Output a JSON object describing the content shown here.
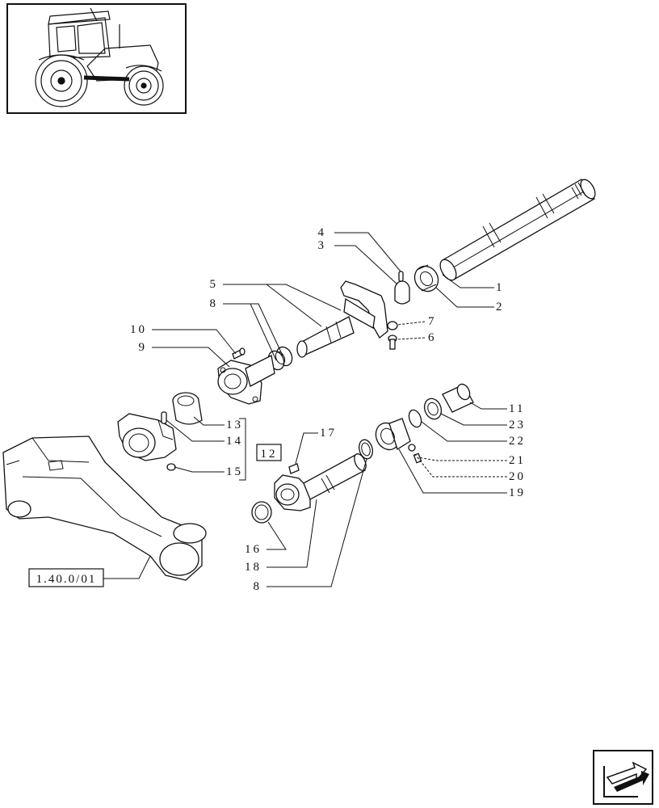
{
  "callouts": {
    "c1": "1",
    "c2": "2",
    "c3": "3",
    "c4": "4",
    "c5": "5",
    "c6": "6",
    "c7": "7",
    "c8a": "8",
    "c8b": "8",
    "c9": "9",
    "c10": "10",
    "c11": "11",
    "c12": "12",
    "c13": "13",
    "c14": "14",
    "c15": "15",
    "c16": "16",
    "c17": "17",
    "c18": "18",
    "c19": "19",
    "c20": "20",
    "c21": "21",
    "c22": "22",
    "c23": "23"
  },
  "reference": {
    "label": "1.40.0/01"
  },
  "icons": {
    "thumbnail": "tractor-icon",
    "nav": "next-page-arrow-icon"
  }
}
